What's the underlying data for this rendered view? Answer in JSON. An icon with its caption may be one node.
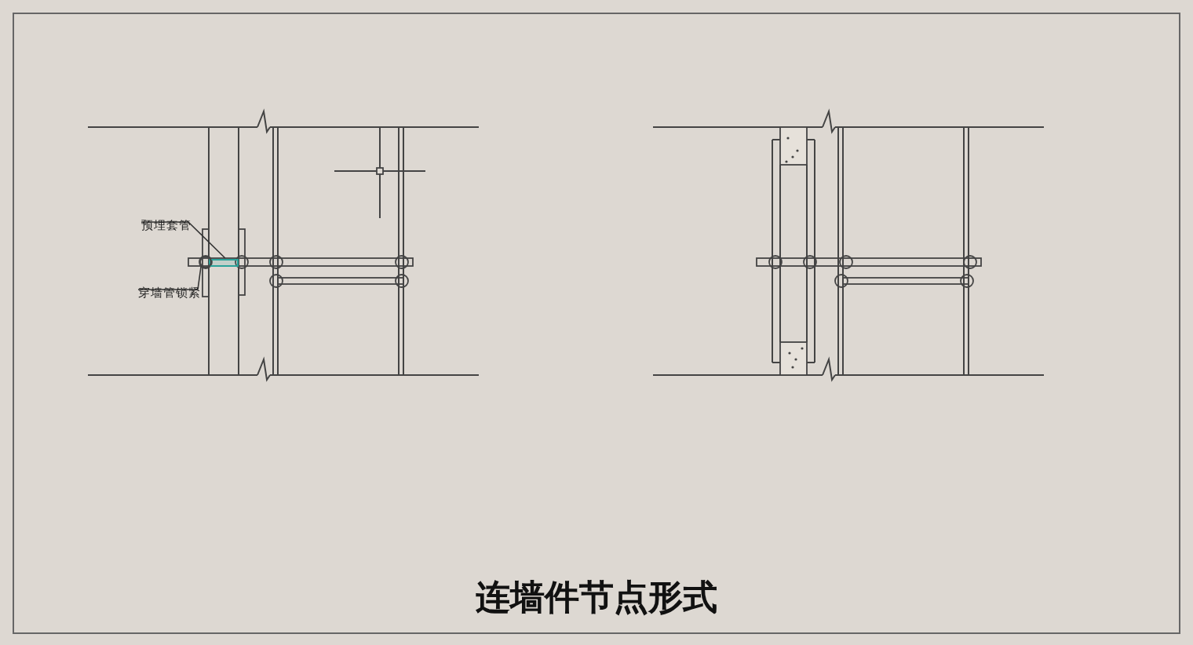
{
  "diagram": {
    "title": "连墙件节点形式",
    "nodes": [
      {
        "text": [
          "预埋套管"
        ]
      },
      {
        "text": [
          "穿墙管锁紧"
        ]
      },
      {
        "text": [],
        "shape": "bar"
      },
      {
        "text": [],
        "shape": "circle"
      }
    ],
    "edges": [
      {
        "from": 0,
        "to": 2,
        "arrow": "none"
      },
      {
        "from": 1,
        "to": 3,
        "arrow": "none"
      }
    ]
  }
}
